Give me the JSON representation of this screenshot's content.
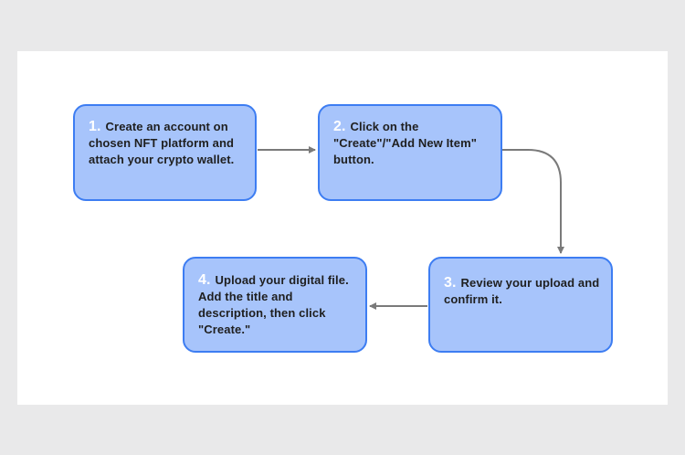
{
  "steps": [
    {
      "number": "1.",
      "text": "Create an account on chosen NFT platform and attach your crypto wallet."
    },
    {
      "number": "2.",
      "text": "Click on the \"Create\"/\"Add New Item\" button."
    },
    {
      "number": "3.",
      "text": "Review your upload and confirm it."
    },
    {
      "number": "4.",
      "text": "Upload your digital file. Add the title and description, then click \"Create.\""
    }
  ],
  "colors": {
    "box_fill": "#a7c4fb",
    "box_border": "#3d7df2",
    "number_text": "#ffffff",
    "arrow": "#7a7a7a",
    "background": "#e9e9ea",
    "canvas": "#ffffff"
  }
}
